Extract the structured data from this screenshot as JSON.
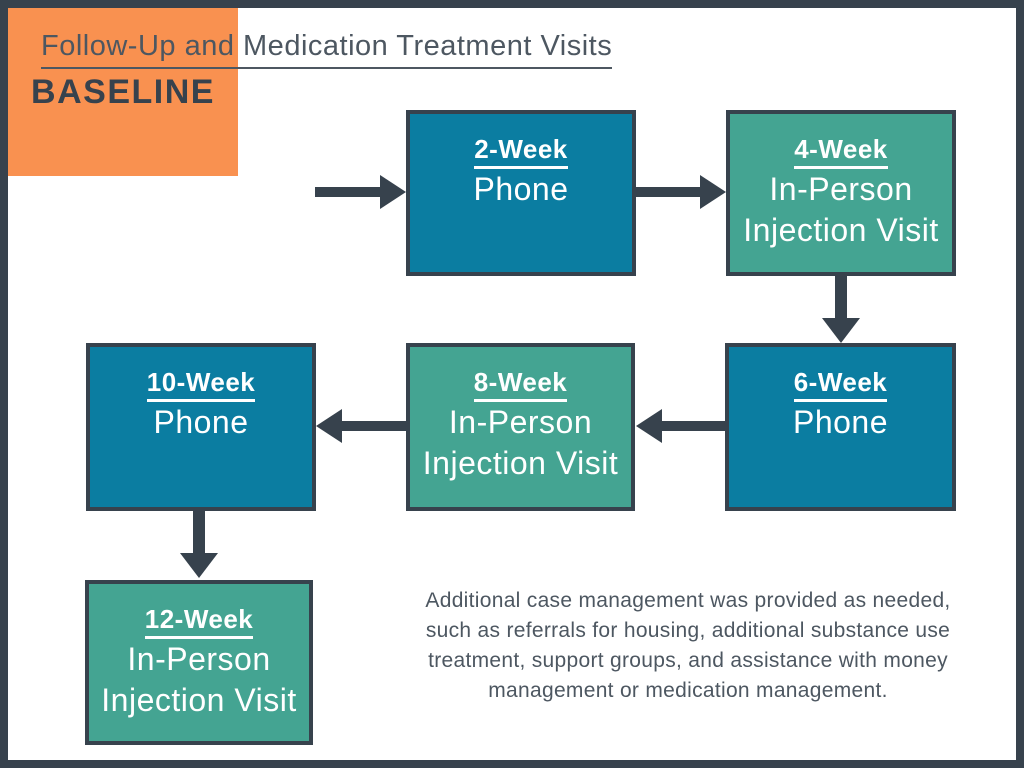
{
  "title": "Follow-Up and Medication Treatment Visits",
  "palette": {
    "dark_slate": "#37424D",
    "orange": "#F99150",
    "teal_blue": "#0B7DA1",
    "sea_green": "#44A492",
    "body_text": "#4D5761",
    "box_text": "#FFFFFF",
    "background": "#FFFFFF"
  },
  "flow": {
    "baseline": {
      "label": "BASELINE",
      "color": "orange"
    },
    "visits": [
      {
        "id": "week-2",
        "heading": "2-Week",
        "line1": "Phone",
        "line2": "",
        "mode": "phone",
        "color": "teal_blue"
      },
      {
        "id": "week-4",
        "heading": "4-Week",
        "line1": "In-Person",
        "line2": "Injection Visit",
        "mode": "in-person",
        "color": "sea_green"
      },
      {
        "id": "week-6",
        "heading": "6-Week",
        "line1": "Phone",
        "line2": "",
        "mode": "phone",
        "color": "teal_blue"
      },
      {
        "id": "week-8",
        "heading": "8-Week",
        "line1": "In-Person",
        "line2": "Injection Visit",
        "mode": "in-person",
        "color": "sea_green"
      },
      {
        "id": "week-10",
        "heading": "10-Week",
        "line1": "Phone",
        "line2": "",
        "mode": "phone",
        "color": "teal_blue"
      },
      {
        "id": "week-12",
        "heading": "12-Week",
        "line1": "In-Person",
        "line2": "Injection Visit",
        "mode": "in-person",
        "color": "sea_green"
      }
    ],
    "arrows": [
      {
        "from": "BASELINE",
        "to": "2-Week",
        "direction": "right"
      },
      {
        "from": "2-Week",
        "to": "4-Week",
        "direction": "right"
      },
      {
        "from": "4-Week",
        "to": "6-Week",
        "direction": "down"
      },
      {
        "from": "6-Week",
        "to": "8-Week",
        "direction": "left"
      },
      {
        "from": "8-Week",
        "to": "10-Week",
        "direction": "left"
      },
      {
        "from": "10-Week",
        "to": "12-Week",
        "direction": "down"
      }
    ]
  },
  "note_lines": [
    "Additional case management was provided as needed,",
    "such as referrals for housing, additional substance use",
    "treatment, support groups, and assistance with money",
    "management or medication management."
  ]
}
